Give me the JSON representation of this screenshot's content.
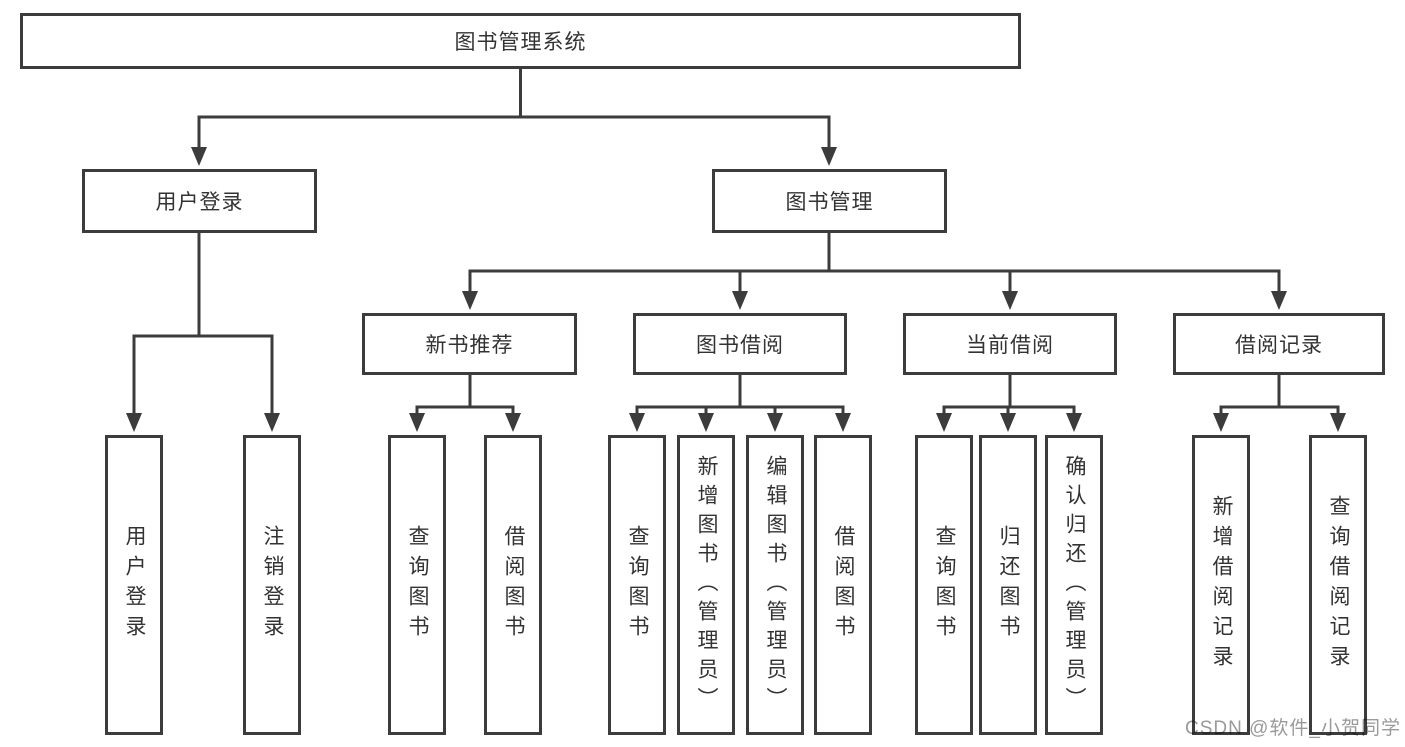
{
  "diagram": {
    "root": {
      "label": "图书管理系统"
    },
    "level2": [
      {
        "label": "用户登录"
      },
      {
        "label": "图书管理"
      }
    ],
    "level3": [
      {
        "label": "新书推荐"
      },
      {
        "label": "图书借阅"
      },
      {
        "label": "当前借阅"
      },
      {
        "label": "借阅记录"
      }
    ],
    "leaves": [
      {
        "label": "用户登录",
        "parent": "用户登录"
      },
      {
        "label": "注销登录",
        "parent": "用户登录"
      },
      {
        "label": "查询图书",
        "parent": "新书推荐"
      },
      {
        "label": "借阅图书",
        "parent": "新书推荐"
      },
      {
        "label": "查询图书",
        "parent": "图书借阅"
      },
      {
        "label": "新增图书（管理员）",
        "parent": "图书借阅"
      },
      {
        "label": "编辑图书（管理员）",
        "parent": "图书借阅"
      },
      {
        "label": "借阅图书",
        "parent": "图书借阅"
      },
      {
        "label": "查询图书",
        "parent": "当前借阅"
      },
      {
        "label": "归还图书",
        "parent": "当前借阅"
      },
      {
        "label": "确认归还（管理员）",
        "parent": "当前借阅"
      },
      {
        "label": "新增借阅记录",
        "parent": "借阅记录"
      },
      {
        "label": "查询借阅记录",
        "parent": "借阅记录"
      }
    ]
  },
  "watermark": {
    "text": "CSDN @软件_小贺同学"
  },
  "colors": {
    "line": "#3c3c3c",
    "text": "#333333",
    "background": "#ffffff",
    "watermark_gray": "#9a9a9a"
  }
}
